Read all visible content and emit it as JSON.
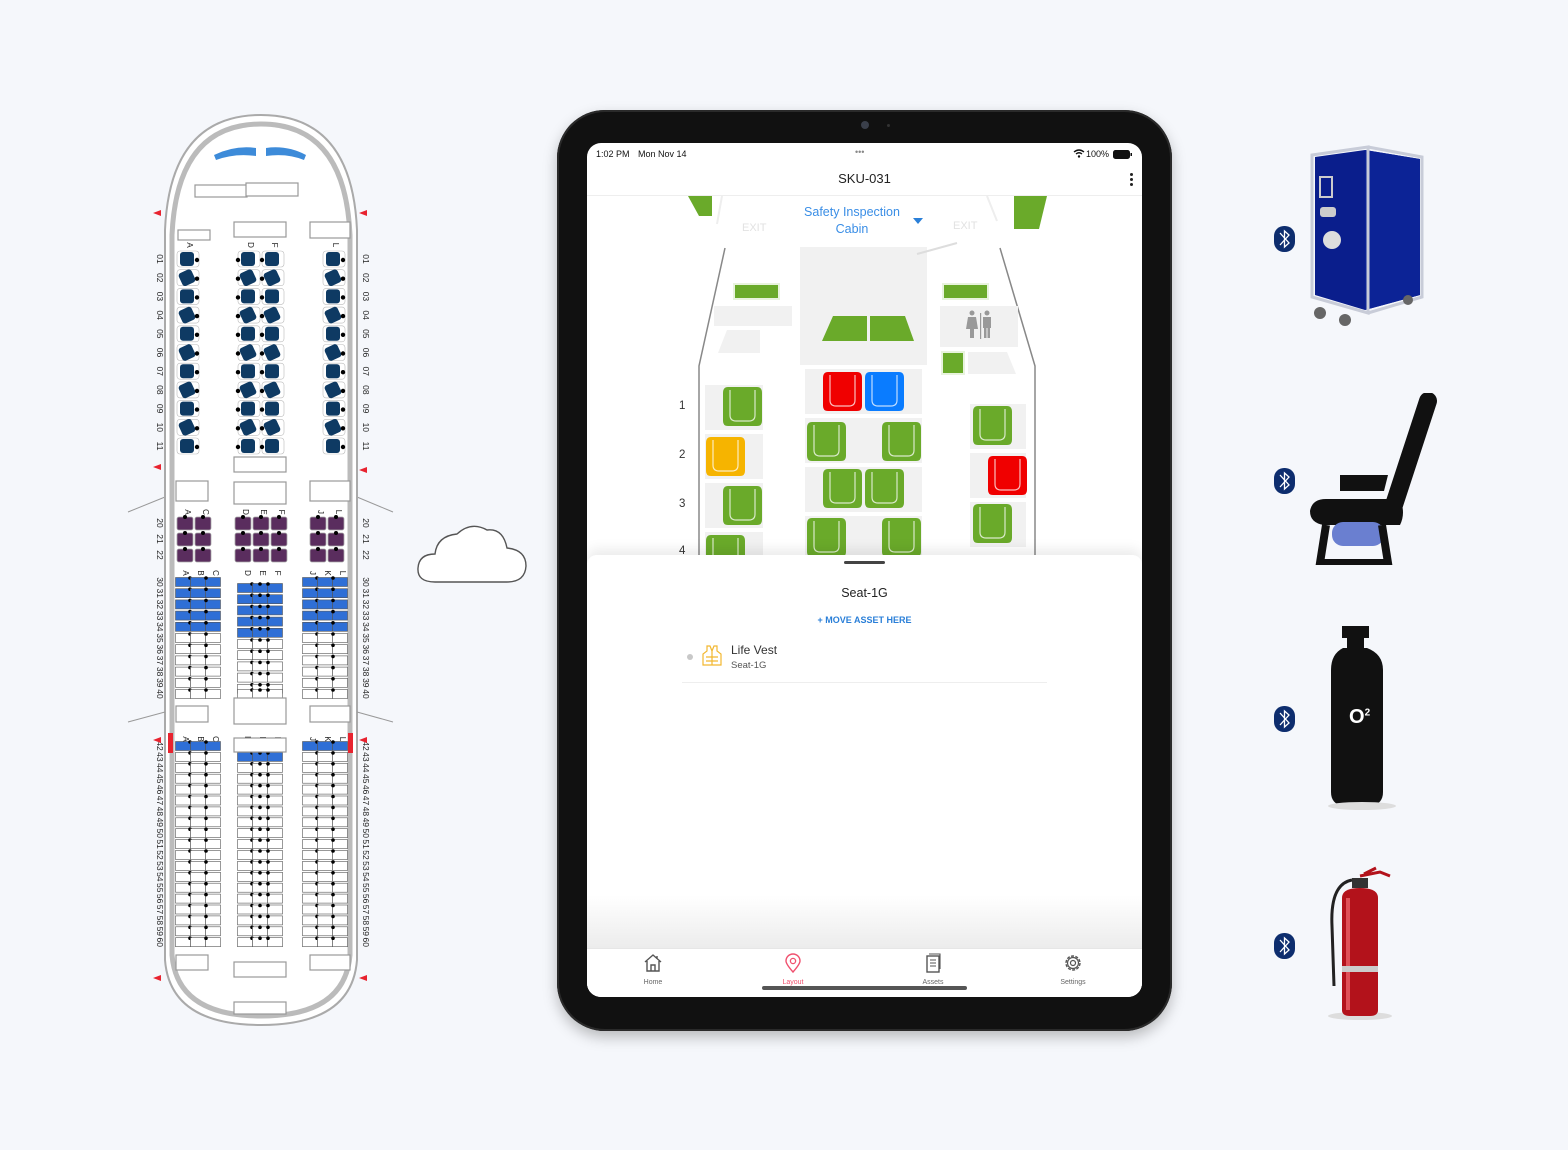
{
  "seatmap": {
    "business_rows": [
      "01",
      "02",
      "03",
      "04",
      "05",
      "06",
      "07",
      "08",
      "09",
      "10",
      "11"
    ],
    "business_letters": [
      "A",
      "D",
      "F",
      "L"
    ],
    "premium_rows": [
      "20",
      "21",
      "22"
    ],
    "premium_letters": [
      "A",
      "C",
      "D",
      "E",
      "F",
      "J",
      "L"
    ],
    "economy_rows_1": [
      "30",
      "31",
      "32",
      "33",
      "34",
      "35",
      "36",
      "37",
      "38",
      "39",
      "40"
    ],
    "economy_rows_2": [
      "42",
      "43",
      "44",
      "45",
      "46",
      "47",
      "48",
      "49",
      "50",
      "51",
      "52",
      "53",
      "54",
      "55",
      "56",
      "57",
      "58",
      "59",
      "60"
    ],
    "economy_letters": [
      "A",
      "B",
      "C",
      "D",
      "E",
      "F",
      "J",
      "K",
      "L"
    ],
    "colors": {
      "business": "#0e3a63",
      "premium": "#5a2d5e",
      "economy_extra": "#2f6fd6",
      "exit": "#e8232f"
    }
  },
  "tablet": {
    "status": {
      "time": "1:02 PM",
      "date": "Mon Nov 14",
      "dots": "•••",
      "battery": "100%"
    },
    "nav": {
      "title": "SKU-031"
    },
    "layout_dropdown": {
      "line1": "Safety Inspection",
      "line2": "Cabin"
    },
    "exit_labels": [
      "EXIT",
      "EXIT"
    ],
    "rows": [
      "1",
      "2",
      "3",
      "4"
    ],
    "seat_status": [
      "ok",
      "warning",
      "ok",
      "ok",
      "alert",
      "selected",
      "ok",
      "ok",
      "ok",
      "ok",
      "ok",
      "ok",
      "ok",
      "alert",
      "ok"
    ],
    "status_colors": {
      "ok": "#6aaa2a",
      "warning": "#f6b400",
      "alert": "#f00000",
      "selected": "#0a7cff"
    },
    "sheet": {
      "title": "Seat-1G",
      "action": "+ MOVE ASSET HERE",
      "assets": [
        {
          "name": "Life Vest",
          "location": "Seat-1G",
          "icon": "life-vest-icon"
        }
      ]
    },
    "tabs": [
      {
        "label": "Home",
        "icon": "home-icon"
      },
      {
        "label": "Layout",
        "icon": "map-pin-icon",
        "active": true
      },
      {
        "label": "Assets",
        "icon": "document-icon"
      },
      {
        "label": "Settings",
        "icon": "gear-icon"
      }
    ]
  },
  "tracked_assets": [
    {
      "name": "catering-cart",
      "icon": "bluetooth-icon"
    },
    {
      "name": "seat",
      "icon": "bluetooth-icon"
    },
    {
      "name": "oxygen-tank",
      "label": "O",
      "label_sup": "2",
      "icon": "bluetooth-icon"
    },
    {
      "name": "fire-extinguisher",
      "icon": "bluetooth-icon"
    }
  ]
}
